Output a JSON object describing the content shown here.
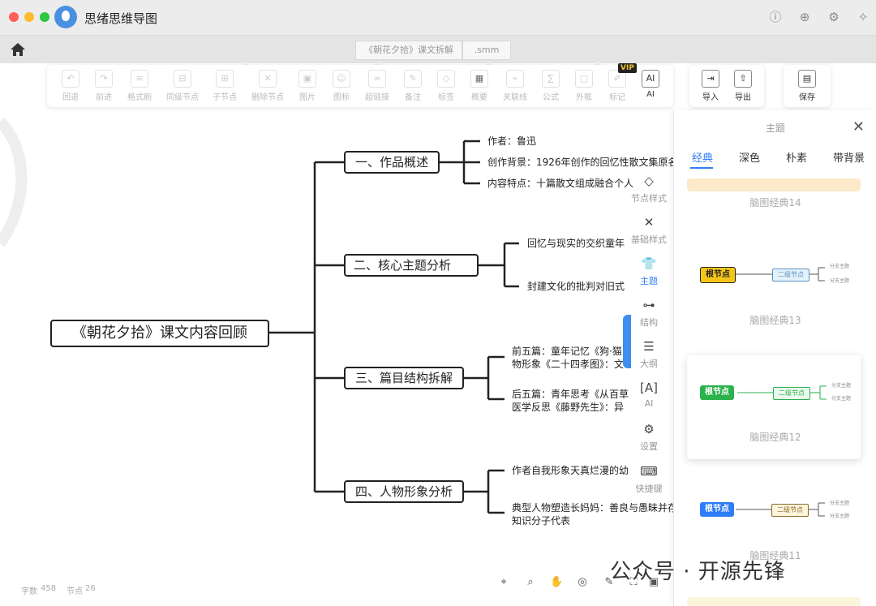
{
  "window": {
    "title": "思绪思维导图"
  },
  "tabs": {
    "file_name": "《朝花夕拾》课文拆解",
    "extension": ".smm"
  },
  "toolbar": {
    "items": [
      "回退",
      "前进",
      "格式刷",
      "同级节点",
      "子节点",
      "删除节点",
      "图片",
      "图标",
      "超链接",
      "备注",
      "标签",
      "概要",
      "关联线",
      "公式",
      "外框",
      "标记",
      "AI"
    ],
    "vip": "VIP",
    "import": "导入",
    "export": "导出",
    "save": "保存"
  },
  "mindmap": {
    "root": "《朝花夕拾》课文内容回顾",
    "branches": [
      {
        "label": "一、作品概述",
        "leaves": [
          "作者：鲁迅",
          "创作背景：1926年创作的回忆性散文集原名",
          "内容特点：十篇散文组成融合个人"
        ]
      },
      {
        "label": "二、核心主题分析",
        "leaves": [
          "回忆与现实的交织童年",
          "封建文化的批判对旧式"
        ]
      },
      {
        "label": "三、篇目结构拆解",
        "leaves": [
          [
            "前五篇：童年记忆《狗·猫",
            "物形象《二十四孝图》：文"
          ],
          [
            "后五篇：青年思考《从百草",
            "医学反思《藤野先生》：异"
          ]
        ]
      },
      {
        "label": "四、人物形象分析",
        "leaves": [
          [
            "作者自我形象天真烂漫的幼"
          ],
          [
            "典型人物塑造长妈妈：善良与愚昧并存",
            "知识分子代表"
          ]
        ]
      }
    ]
  },
  "sidebar": {
    "items": [
      "节点样式",
      "基础样式",
      "主题",
      "结构",
      "大纲",
      "AI",
      "设置",
      "快捷键"
    ],
    "active": "主题"
  },
  "theme_panel": {
    "title": "主题",
    "tabs": [
      "经典",
      "深色",
      "朴素",
      "带背景"
    ],
    "themes": [
      {
        "name": "脑图经典14"
      },
      {
        "name": "脑图经典13",
        "root": "根节点",
        "sub": "二级节点",
        "leaf": "分支主题",
        "root_color": "#f5c518",
        "sub_color": "#e3f2fb"
      },
      {
        "name": "脑图经典12",
        "root": "根节点",
        "sub": "二级节点",
        "leaf": "分支主题",
        "root_color": "#2bb24c",
        "sub_color": "#eaf8ee"
      },
      {
        "name": "脑图经典11",
        "root": "根节点",
        "sub": "二级节点",
        "leaf": "分支主题",
        "root_color": "#2f7df6",
        "sub_color": "#fdf4dc"
      }
    ]
  },
  "footer": {
    "word_label": "字数",
    "word_count": "458",
    "node_label": "节点",
    "node_count": "26",
    "watermark": "公众号 · 开源先锋"
  }
}
